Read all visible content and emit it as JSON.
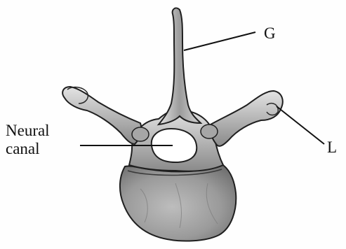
{
  "labels": {
    "g": "G",
    "l": "L",
    "neural_canal_line1": "Neural",
    "neural_canal_line2": "canal"
  },
  "colors": {
    "bone_fill": "#d9d9d9",
    "bone_shade": "#8f8f8f",
    "bone_outline": "#1f1f1f",
    "canal_fill": "#ffffff",
    "leader_line": "#111111"
  }
}
